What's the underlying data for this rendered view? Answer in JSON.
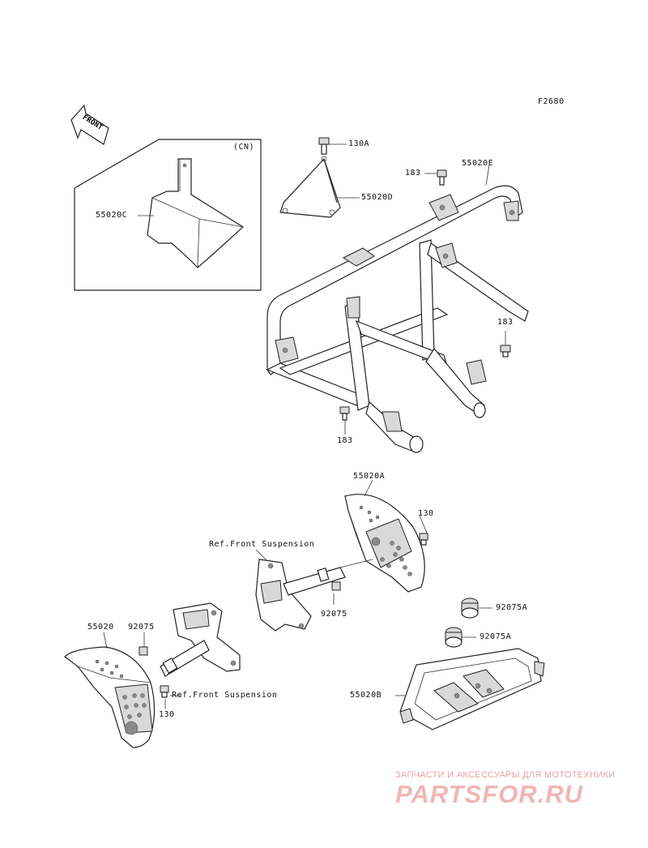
{
  "figure_code": "F2680",
  "front_arrow": "FRONT",
  "inset_variant": "(CN)",
  "labels": {
    "p55020C": "55020C",
    "p130A": "130A",
    "p55020D": "55020D",
    "p183_top": "183",
    "p55020E": "55020E",
    "p183_right": "183",
    "p183_bottom": "183",
    "p55020A": "55020A",
    "p130_right": "130",
    "ref_front_susp_1": "Ref.Front Suspension",
    "p92075_mid": "92075",
    "p92075A_1": "92075A",
    "p92075A_2": "92075A",
    "p55020": "55020",
    "p92075_left": "92075",
    "ref_front_susp_2": "Ref.Front Suspension",
    "p130_left": "130",
    "p55020B": "55020B"
  },
  "watermark": {
    "subtitle": "ЗАПЧАСТИ И АКСЕССУАРЫ ДЛЯ МОТОТЕХНИКИ",
    "brand": "PARTSFOR.RU"
  }
}
